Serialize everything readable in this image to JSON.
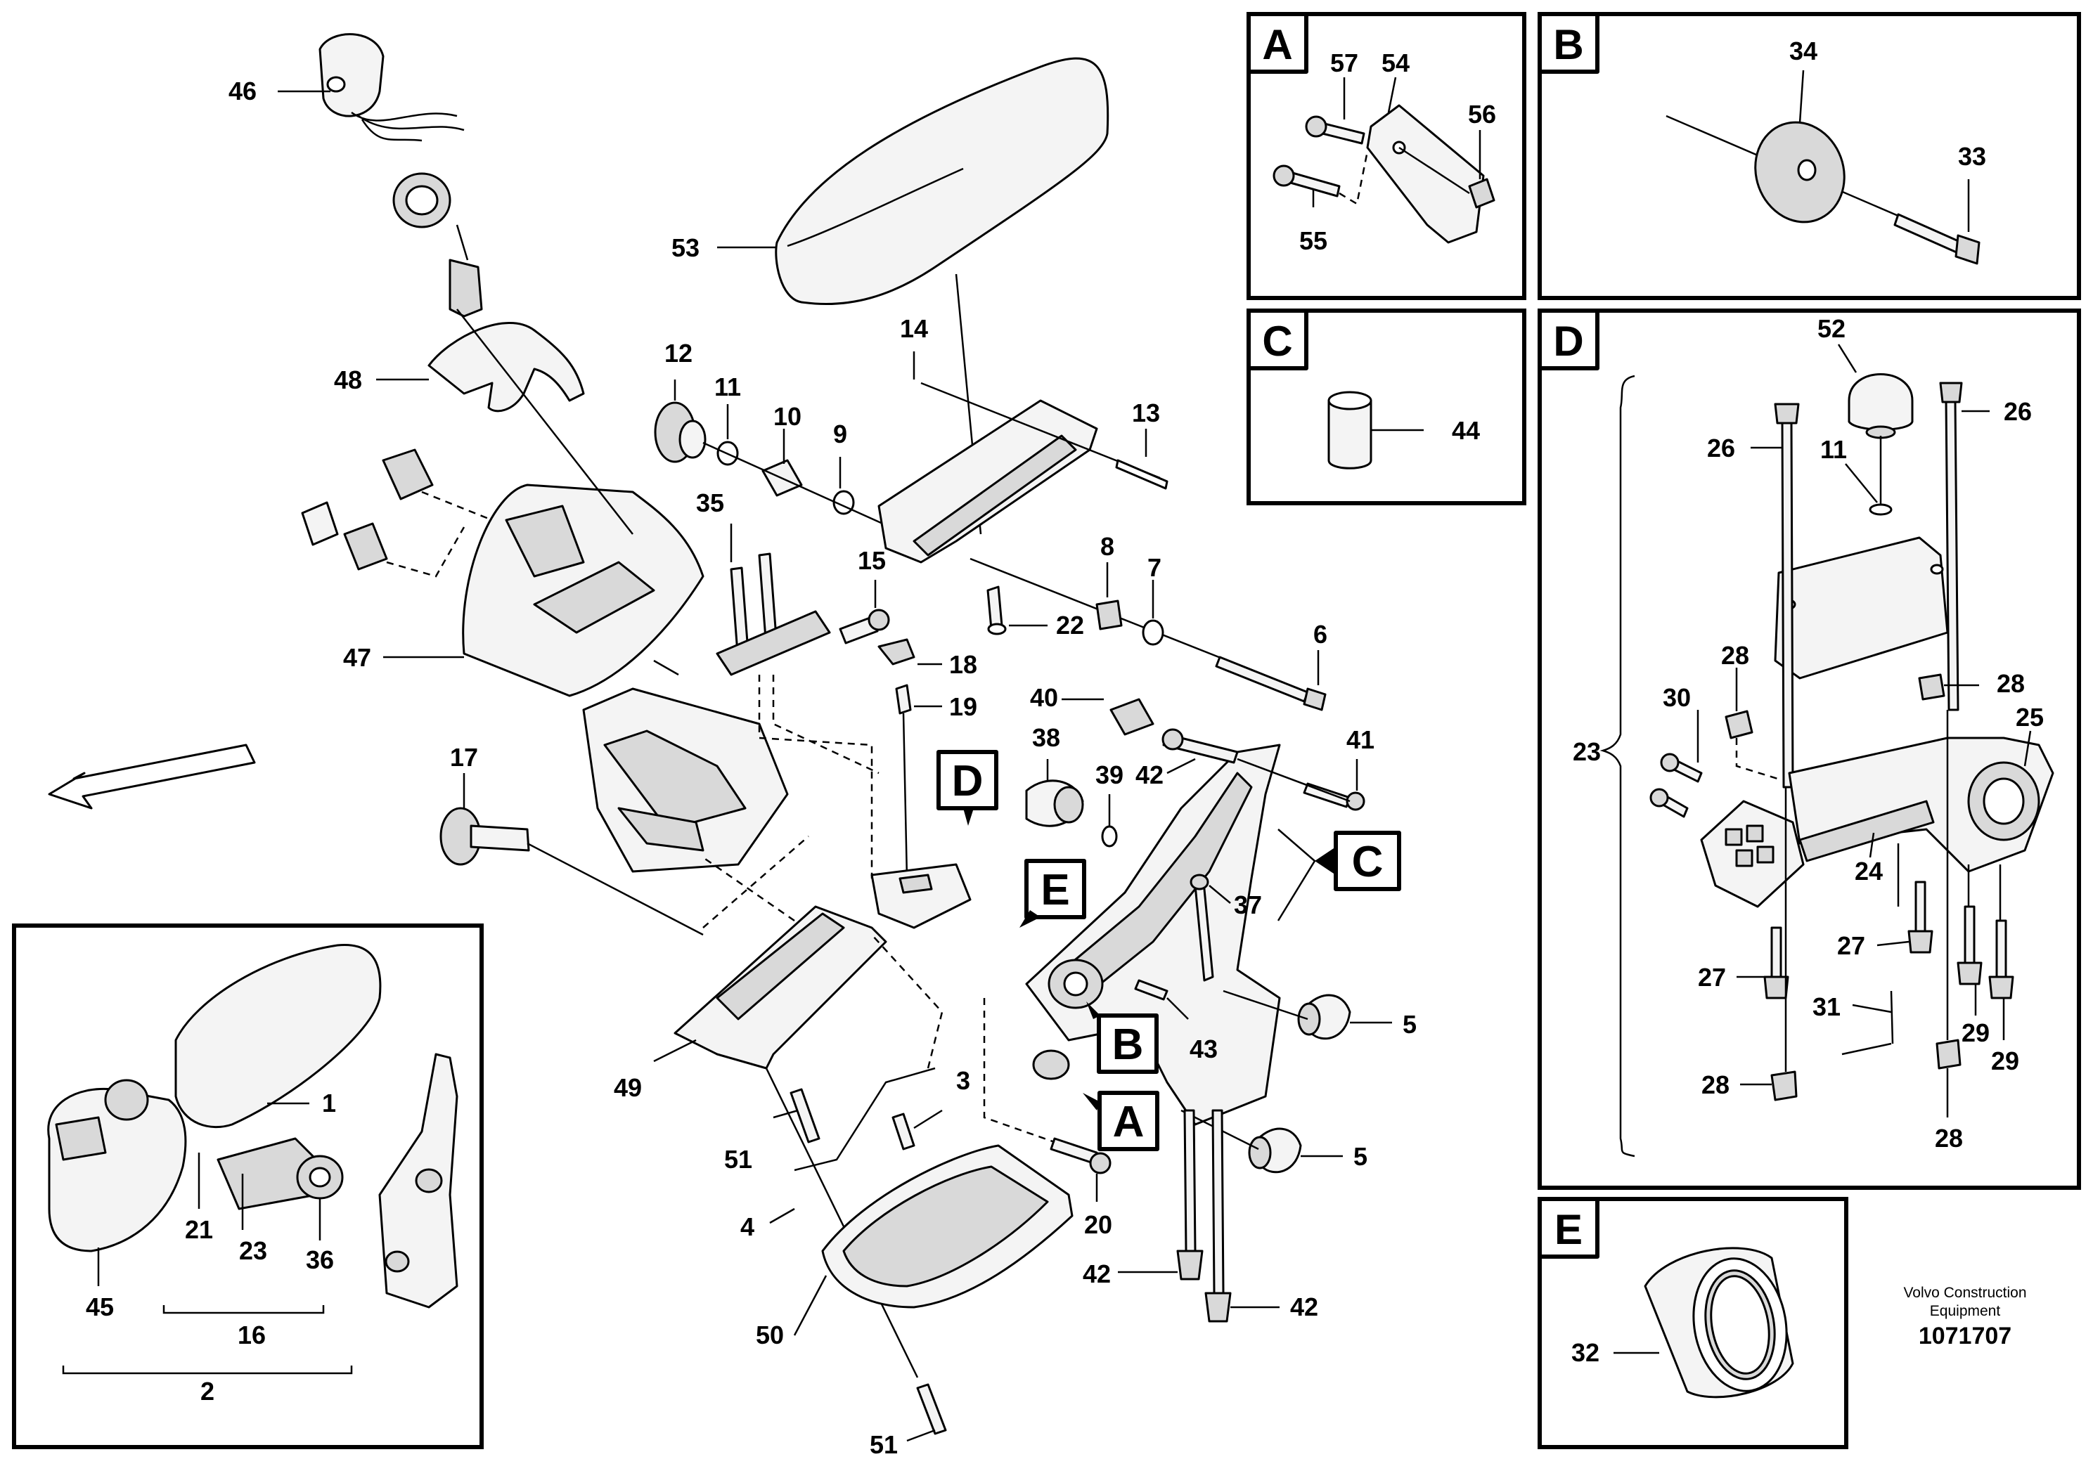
{
  "labels": {
    "p1": "1",
    "p2": "2",
    "p3": "3",
    "p4": "4",
    "p5a": "5",
    "p5b": "5",
    "p6": "6",
    "p7": "7",
    "p8": "8",
    "p9": "9",
    "p10": "10",
    "p11": "11",
    "p12": "12",
    "p13": "13",
    "p14": "14",
    "p15": "15",
    "p16": "16",
    "p17": "17",
    "p18": "18",
    "p19": "19",
    "p20": "20",
    "p21": "21",
    "p22": "22",
    "p23": "23",
    "p35": "35",
    "p36": "36",
    "p37": "37",
    "p38": "38",
    "p39": "39",
    "p40": "40",
    "p41": "41",
    "p42a": "42",
    "p42b": "42",
    "p42c": "42",
    "p43": "43",
    "p45": "45",
    "p46": "46",
    "p47": "47",
    "p48": "48",
    "p49": "49",
    "p50": "50",
    "p51a": "51",
    "p51b": "51",
    "p53": "53"
  },
  "callouts": {
    "A": "A",
    "B": "B",
    "C": "C",
    "D": "D",
    "E": "E"
  },
  "detail_a": {
    "letter": "A",
    "p57": "57",
    "p54": "54",
    "p56": "56",
    "p55": "55"
  },
  "detail_b": {
    "letter": "B",
    "p34": "34",
    "p33": "33"
  },
  "detail_c": {
    "letter": "C",
    "p44": "44"
  },
  "detail_d": {
    "letter": "D",
    "p52": "52",
    "p26a": "26",
    "p26b": "26",
    "p11": "11",
    "p28a": "28",
    "p28b": "28",
    "p28c": "28",
    "p28d": "28",
    "p30": "30",
    "p23": "23",
    "p25": "25",
    "p24": "24",
    "p27a": "27",
    "p27b": "27",
    "p31": "31",
    "p29a": "29",
    "p29b": "29"
  },
  "detail_e": {
    "letter": "E",
    "p32": "32"
  },
  "footer": {
    "company_line1": "Volvo Construction",
    "company_line2": "Equipment",
    "drawing_number": "1071707"
  }
}
